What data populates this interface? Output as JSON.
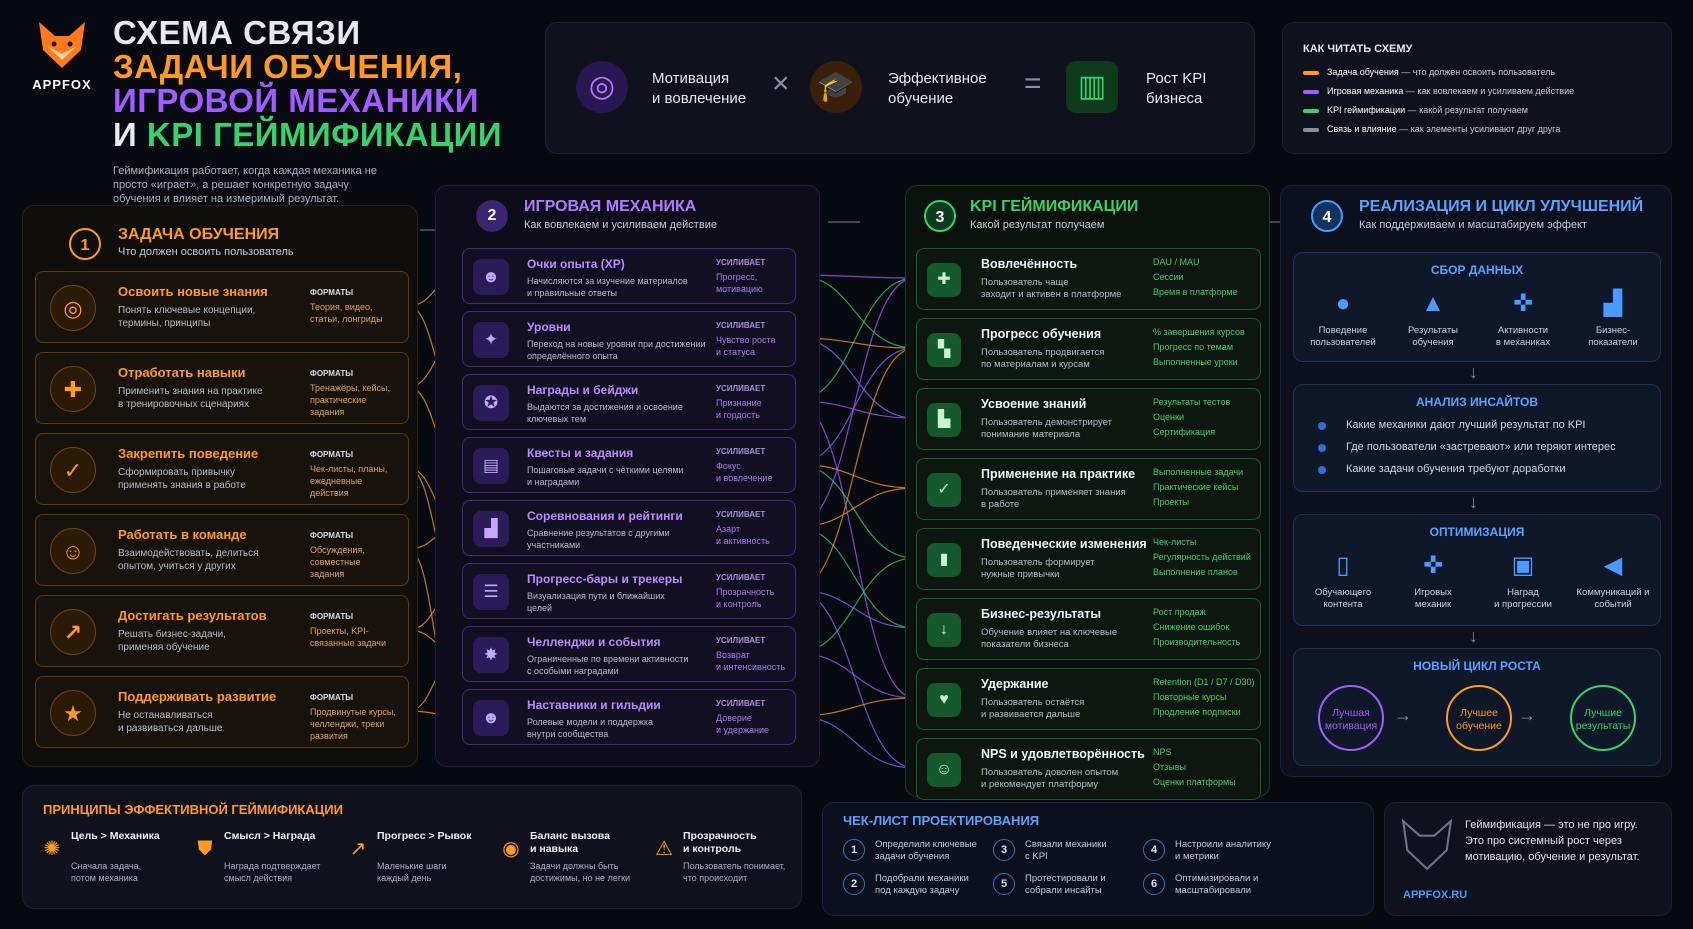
{
  "brand": {
    "name": "APPFOX",
    "site": "APPFOX.RU",
    "fox_icon": "fox-icon"
  },
  "colors": {
    "orange": "#ff9b1f",
    "purple": "#a35cff",
    "green": "#34d36b",
    "blue": "#4a9bff",
    "bg": "#080a12"
  },
  "title": {
    "line1": "СХЕМА СВЯЗИ",
    "line2": "ЗАДАЧИ ОБУЧЕНИЯ,",
    "line3": "ИГРОВОЙ МЕХАНИКИ",
    "line4_prefix": "И ",
    "line4_accent": "KPI ГЕЙМИФИКАЦИИ"
  },
  "intro": "Геймификация работает, когда каждая механика не просто «играет», а решает конкретную задачу обучения и влияет на измеримый результат.",
  "equation": {
    "items": [
      {
        "icon": "target-icon",
        "text1": "Мотивация",
        "text2": "и вовлечение"
      },
      {
        "icon": "graduation-cap-icon",
        "text1": "Эффективное",
        "text2": "обучение"
      },
      {
        "icon": "growth-chart-icon",
        "text1": "Рост KPI",
        "text2": "бизнеса"
      }
    ],
    "op1": "×",
    "op2": "="
  },
  "legend": {
    "title": "КАК ЧИТАТЬ СХЕМУ",
    "items": [
      {
        "bold": "Задача обучения",
        "rest": " — что должен освоить пользователь",
        "color": "#ff9b1f"
      },
      {
        "bold": "Игровая механика",
        "rest": " — как вовлекаем и усиливаем действие",
        "color": "#a35cff"
      },
      {
        "bold": "KPI геймификации",
        "rest": " — какой результат получаем",
        "color": "#34d36b"
      },
      {
        "bold": "Связь и влияние",
        "rest": " — как элементы усиливают друг друга",
        "color": "#8a8f9c"
      }
    ]
  },
  "col1": {
    "num": "1",
    "title": "ЗАДАЧА ОБУЧЕНИЯ",
    "subtitle": "Что должен освоить пользователь",
    "items": [
      {
        "icon": "target-icon",
        "title": "Освоить новые знания",
        "desc1": "Понять ключевые концепции,",
        "desc2": "термины, принципы",
        "tag": "ФОРМАТЫ",
        "f1": "Теория, видео,",
        "f2": "статьи, лонгриды",
        "f3": ""
      },
      {
        "icon": "puzzle-icon",
        "title": "Отработать навыки",
        "desc1": "Применить знания на практике",
        "desc2": "в тренировочных сценариях",
        "tag": "ФОРМАТЫ",
        "f1": "Тренажёры, кейсы,",
        "f2": "практические",
        "f3": "задания"
      },
      {
        "icon": "check-circle-icon",
        "title": "Закрепить поведение",
        "desc1": "Сформировать привычку",
        "desc2": "применять знания в работе",
        "tag": "ФОРМАТЫ",
        "f1": "Чек-листы, планы,",
        "f2": "ежедневные",
        "f3": "действия"
      },
      {
        "icon": "team-icon",
        "title": "Работать в команде",
        "desc1": "Взаимодействовать, делиться",
        "desc2": "опытом, учиться у других",
        "tag": "ФОРМАТЫ",
        "f1": "Обсуждения,",
        "f2": "совместные",
        "f3": "задания"
      },
      {
        "icon": "chart-up-icon",
        "title": "Достигать результатов",
        "desc1": "Решать бизнес-задачи,",
        "desc2": "применяя обучение",
        "tag": "ФОРМАТЫ",
        "f1": "Проекты, KPI-",
        "f2": "связанные задачи",
        "f3": ""
      },
      {
        "icon": "star-icon",
        "title": "Поддерживать развитие",
        "desc1": "Не останавливаться",
        "desc2": "и развиваться дальше",
        "tag": "ФОРМАТЫ",
        "f1": "Продвинутые курсы,",
        "f2": "челленджи, треки",
        "f3": "развития"
      }
    ]
  },
  "col2": {
    "num": "2",
    "title": "ИГРОВАЯ МЕХАНИКА",
    "subtitle": "Как вовлекаем и усиливаем действие",
    "items": [
      {
        "icon": "user-xp-icon",
        "title": "Очки опыта (XP)",
        "desc1": "Начисляются за изучение материалов",
        "desc2": "и правильные ответы",
        "tag": "УСИЛИВАЕТ",
        "f1": "Прогресс,",
        "f2": "мотивацию"
      },
      {
        "icon": "level-star-icon",
        "title": "Уровни",
        "desc1": "Переход на новые уровни при достижении",
        "desc2": "определённого опыта",
        "tag": "УСИЛИВАЕТ",
        "f1": "Чувство роста",
        "f2": "и статуса"
      },
      {
        "icon": "badge-icon",
        "title": "Награды и бейджи",
        "desc1": "Выдаются за достижения и освоение",
        "desc2": "ключевых тем",
        "tag": "УСИЛИВАЕТ",
        "f1": "Признание",
        "f2": "и гордость"
      },
      {
        "icon": "quest-scroll-icon",
        "title": "Квесты и задания",
        "desc1": "Пошаговые задачи с чёткими целями",
        "desc2": "и наградами",
        "tag": "УСИЛИВАЕТ",
        "f1": "Фокус",
        "f2": "и вовлечение"
      },
      {
        "icon": "podium-icon",
        "title": "Соревнования и рейтинги",
        "desc1": "Сравнение результатов с другими",
        "desc2": "участниками",
        "tag": "УСИЛИВАЕТ",
        "f1": "Азарт",
        "f2": "и активность"
      },
      {
        "icon": "progress-bars-icon",
        "title": "Прогресс-бары и трекеры",
        "desc1": "Визуализация пути и ближайших",
        "desc2": "целей",
        "tag": "УСИЛИВАЕТ",
        "f1": "Прозрачность",
        "f2": "и контроль"
      },
      {
        "icon": "event-icon",
        "title": "Челленджи и события",
        "desc1": "Ограниченные по времени активности",
        "desc2": "с особыми наградами",
        "tag": "УСИЛИВАЕТ",
        "f1": "Возврат",
        "f2": "и интенсивность"
      },
      {
        "icon": "mentor-icon",
        "title": "Наставники и гильдии",
        "desc1": "Ролевые модели и поддержка",
        "desc2": "внутри сообщества",
        "tag": "УСИЛИВАЕТ",
        "f1": "Доверие",
        "f2": "и удержание"
      }
    ]
  },
  "col3": {
    "num": "3",
    "title": "KPI ГЕЙМИФИКАЦИИ",
    "subtitle": "Какой результат получаем",
    "items": [
      {
        "icon": "plus-box-icon",
        "title": "Вовлечённость",
        "desc1": "Пользователь чаще",
        "desc2": "заходит и активен в платформе",
        "desc3": "",
        "m1": "DAU / MAU",
        "m2": "Сессии",
        "m3": "Время в платформе"
      },
      {
        "icon": "map-icon",
        "title": "Прогресс обучения",
        "desc1": "Пользователь продвигается",
        "desc2": "по материалам и курсам",
        "desc3": "",
        "m1": "% завершения курсов",
        "m2": "Прогресс по темам",
        "m3": "Выполненные уроки"
      },
      {
        "icon": "bars-icon",
        "title": "Усвоение знаний",
        "desc1": "Пользователь демонстрирует",
        "desc2": "понимание материала",
        "desc3": "",
        "m1": "Результаты тестов",
        "m2": "Оценки",
        "m3": "Сертификация"
      },
      {
        "icon": "check-icon",
        "title": "Применение на практике",
        "desc1": "Пользователь применяет знания",
        "desc2": "в работе",
        "desc3": "",
        "m1": "Выполненные задачи",
        "m2": "Практические кейсы",
        "m3": "Проекты"
      },
      {
        "icon": "chat-icon",
        "title": "Поведенческие изменения",
        "desc1": "Пользователь формирует",
        "desc2": "нужные привычки",
        "desc3": "",
        "m1": "Чек-листы",
        "m2": "Регулярность действий",
        "m3": "Выполнение планов"
      },
      {
        "icon": "arrow-down-icon",
        "title": "Бизнес-результаты",
        "desc1": "Обучение влияет на ключевые",
        "desc2": "показатели бизнеса",
        "desc3": "",
        "m1": "Рост продаж",
        "m2": "Снижение ошибок",
        "m3": "Производительность"
      },
      {
        "icon": "heart-icon",
        "title": "Удержание",
        "desc1": "Пользователь остаётся",
        "desc2": "и развивается дальше",
        "desc3": "",
        "m1": "Retention (D1 / D7 / D30)",
        "m2": "Повторные курсы",
        "m3": "Продление подписки"
      },
      {
        "icon": "nps-icon",
        "title": "NPS и удовлетворённость",
        "desc1": "Пользователь доволен опытом",
        "desc2": "и рекомендует платформу",
        "desc3": "",
        "m1": "NPS",
        "m2": "Отзывы",
        "m3": "Оценки платформы"
      }
    ]
  },
  "col4": {
    "num": "4",
    "title": "РЕАЛИЗАЦИЯ И ЦИКЛ УЛУЧШЕНИЙ",
    "subtitle": "Как поддерживаем и масштабируем эффект",
    "collect": {
      "title": "СБОР ДАННЫХ",
      "items": [
        {
          "icon": "user-icon",
          "l1": "Поведение",
          "l2": "пользователей"
        },
        {
          "icon": "cap-icon",
          "l1": "Результаты",
          "l2": "обучения"
        },
        {
          "icon": "gamepad-icon",
          "l1": "Активности",
          "l2": "в механиках"
        },
        {
          "icon": "bar-chart-icon",
          "l1": "Бизнес-",
          "l2": "показатели"
        }
      ]
    },
    "insights": {
      "title": "АНАЛИЗ ИНСАЙТОВ",
      "items": [
        "Какие механики дают лучший результат по KPI",
        "Где пользователи «застревают» или теряют интерес",
        "Какие задачи обучения требуют доработки"
      ]
    },
    "optimize": {
      "title": "ОПТИМИЗАЦИЯ",
      "items": [
        {
          "icon": "book-icon",
          "l1": "Обучающего",
          "l2": "контента"
        },
        {
          "icon": "gamepad-icon",
          "l1": "Игровых",
          "l2": "механик"
        },
        {
          "icon": "gift-icon",
          "l1": "Наград",
          "l2": "и прогрессии"
        },
        {
          "icon": "megaphone-icon",
          "l1": "Коммуникаций и",
          "l2": "событий"
        }
      ]
    },
    "cycle": {
      "title": "НОВЫЙ ЦИКЛ РОСТА",
      "items": [
        {
          "l1": "Лучшая",
          "l2": "мотивация",
          "color": "#a35cff"
        },
        {
          "l1": "Лучшее",
          "l2": "обучение",
          "color": "#ff9b1f"
        },
        {
          "l1": "Лучшие",
          "l2": "результаты",
          "color": "#34d36b"
        }
      ]
    }
  },
  "principles": {
    "title": "ПРИНЦИПЫ ЭФФЕКТИВНОЙ ГЕЙМИФИКАЦИИ",
    "items": [
      {
        "icon": "gear-icon",
        "t1": "Цель > Механика",
        "t2": "",
        "d1": "Сначала задача,",
        "d2": "потом механика"
      },
      {
        "icon": "shield-icon",
        "t1": "Смысл > Награда",
        "t2": "",
        "d1": "Награда подтверждает",
        "d2": "смысл действия"
      },
      {
        "icon": "progress-chart-icon",
        "t1": "Прогресс > Рывок",
        "t2": "",
        "d1": "Маленькие шаги",
        "d2": "каждый день"
      },
      {
        "icon": "balance-icon",
        "t1": "Баланс вызова",
        "t2": "и навыка",
        "d1": "Задачи должны быть",
        "d2": "достижимы, но не легки"
      },
      {
        "icon": "warning-icon",
        "t1": "Прозрачность",
        "t2": "и контроль",
        "d1": "Пользователь понимает,",
        "d2": "что происходит"
      }
    ]
  },
  "checklist": {
    "title": "ЧЕК-ЛИСТ ПРОЕКТИРОВАНИЯ",
    "items": [
      {
        "n": "1",
        "l1": "Определили ключевые",
        "l2": "задачи обучения"
      },
      {
        "n": "2",
        "l1": "Подобрали механики",
        "l2": "под каждую задачу"
      },
      {
        "n": "3",
        "l1": "Связали механики",
        "l2": "с KPI"
      },
      {
        "n": "5",
        "l1": "Протестировали и",
        "l2": "собрали инсайты"
      },
      {
        "n": "4",
        "l1": "Настроили аналитику",
        "l2": "и метрики"
      },
      {
        "n": "6",
        "l1": "Оптимизировали и",
        "l2": "масштабировали"
      }
    ]
  },
  "footer": {
    "l1": "Геймификация — это не про игру.",
    "l2": "Это про системный рост через",
    "l3": "мотивацию, обучение и результат."
  }
}
